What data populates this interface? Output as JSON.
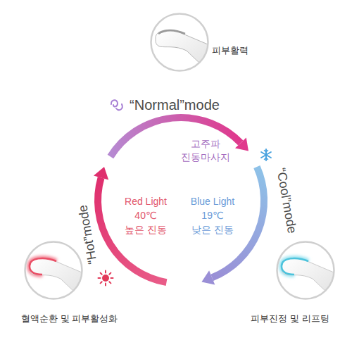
{
  "diagram": {
    "nodes": [
      {
        "text": [
          "피부활력"
        ]
      },
      {
        "text": [
          "혈액순환 및 피부활성화"
        ]
      },
      {
        "text": [
          "피부진정 및 리프팅"
        ]
      }
    ],
    "labels": [
      "“Normal”mode",
      "고주파 진동마사지",
      "Red Light",
      "40℃",
      "높은 진동",
      "Blue Light",
      "19℃",
      "낮은 진동",
      "“Cool”mode",
      "“Hot”mode"
    ]
  }
}
